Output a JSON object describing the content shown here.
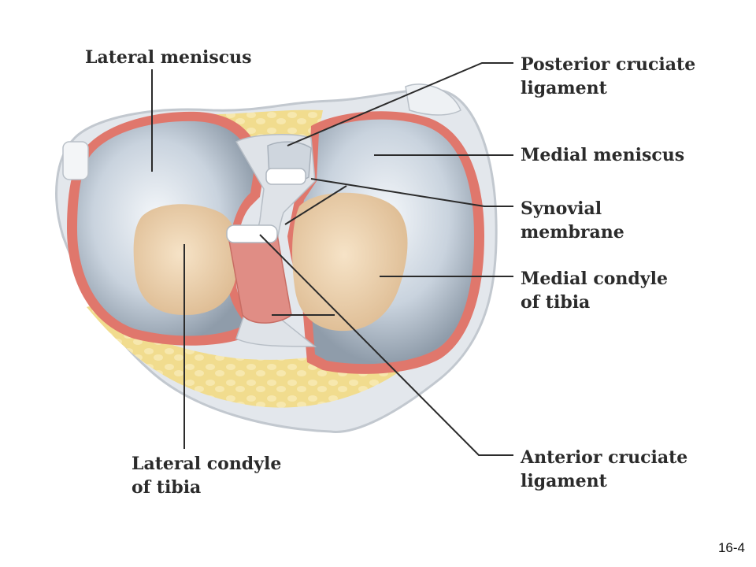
{
  "diagram": {
    "labels": {
      "lateral_meniscus": "Lateral meniscus",
      "posterior_cruciate": [
        "Posterior cruciate",
        "ligament"
      ],
      "medial_meniscus": "Medial meniscus",
      "synovial_membrane": [
        "Synovial",
        "membrane"
      ],
      "medial_condyle": [
        "Medial condyle",
        "of tibia"
      ],
      "lateral_condyle": [
        "Lateral condyle",
        "of tibia"
      ],
      "anterior_cruciate": [
        "Anterior cruciate",
        "ligament"
      ]
    },
    "figure_number": "16-4",
    "colors": {
      "meniscus": "#c9d3de",
      "synovial": "#e0776c",
      "condyle": "#ecd2b0",
      "fat": "#f1dc8e",
      "capsule": "#e3e7ec",
      "leader": "#2b2b2b"
    }
  }
}
